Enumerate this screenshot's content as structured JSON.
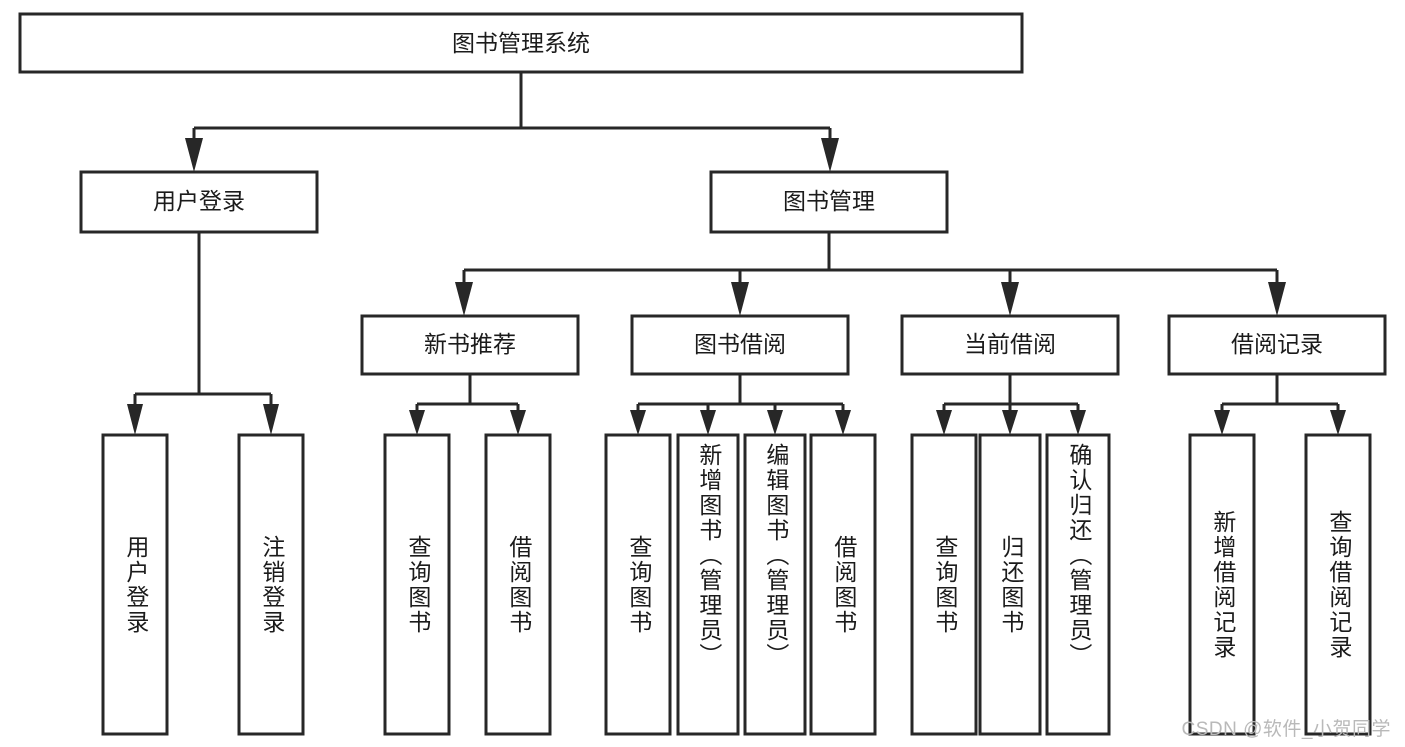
{
  "diagram": {
    "title": "图书管理系统",
    "type": "tree-hierarchy",
    "orientation": "top-down",
    "colors": {
      "box_stroke": "#272727",
      "box_fill": "#ffffff",
      "text": "#1b1b1b",
      "background": "#ffffff",
      "watermark": "#b9b9b9"
    },
    "root": {
      "id": "root",
      "label": "图书管理系统"
    },
    "level2": [
      {
        "id": "user-login",
        "label": "用户登录"
      },
      {
        "id": "book-management",
        "label": "图书管理"
      }
    ],
    "level3": [
      {
        "id": "new-book-recommend",
        "label": "新书推荐",
        "parent": "book-management"
      },
      {
        "id": "book-borrow",
        "label": "图书借阅",
        "parent": "book-management"
      },
      {
        "id": "current-borrow",
        "label": "当前借阅",
        "parent": "book-management"
      },
      {
        "id": "borrow-record",
        "label": "借阅记录",
        "parent": "book-management"
      }
    ],
    "leaves": {
      "user_login": [
        {
          "id": "leaf-user-login",
          "label": "用户登录"
        },
        {
          "id": "leaf-logout-login",
          "label": "注销登录"
        }
      ],
      "new_book_recommend": [
        {
          "id": "leaf-query-book-1",
          "label": "查询图书"
        },
        {
          "id": "leaf-borrow-book-1",
          "label": "借阅图书"
        }
      ],
      "book_borrow": [
        {
          "id": "leaf-query-book-2",
          "label": "查询图书"
        },
        {
          "id": "leaf-add-book",
          "label": "新增图书（管理员）"
        },
        {
          "id": "leaf-edit-book",
          "label": "编辑图书（管理员）"
        },
        {
          "id": "leaf-borrow-book-2",
          "label": "借阅图书"
        }
      ],
      "current_borrow": [
        {
          "id": "leaf-query-book-3",
          "label": "查询图书"
        },
        {
          "id": "leaf-return-book",
          "label": "归还图书"
        },
        {
          "id": "leaf-confirm-return",
          "label": "确认归还（管理员）"
        }
      ],
      "borrow_record": [
        {
          "id": "leaf-add-record",
          "label": "新增借阅记录"
        },
        {
          "id": "leaf-query-record",
          "label": "查询借阅记录"
        }
      ]
    }
  },
  "watermark": {
    "text": "CSDN @软件_小贺同学"
  }
}
